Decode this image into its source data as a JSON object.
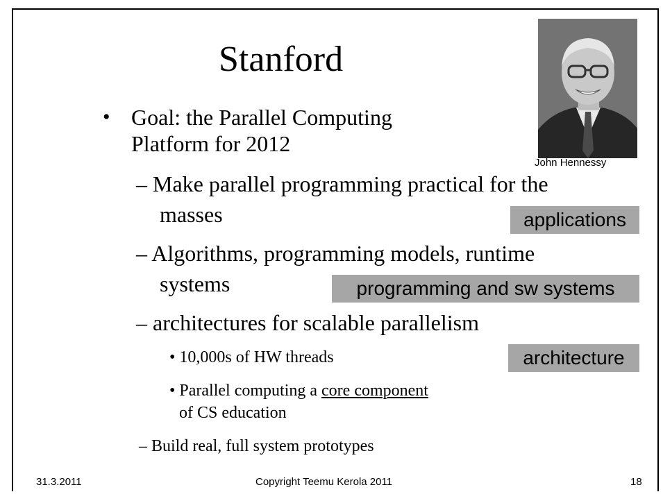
{
  "slide": {
    "title": "Stanford",
    "photo_caption": "John Hennessy",
    "bullet_main_line1": "Goal: the Parallel Computing",
    "bullet_main_line2": "Platform for 2012",
    "sub1_line1": "– Make parallel programming practical for the",
    "sub1_line2": "masses",
    "sub2_line1": "– Algorithms, programming models, runtime",
    "sub2_line2": "systems",
    "sub3": "– architectures for scalable parallelism",
    "sub3_item1": "• 10,000s of HW threads",
    "sub3_item2_prefix": "• Parallel computing a ",
    "sub3_item2_underlined": "core component",
    "sub3_item2_line2": "of CS education",
    "sub4": "– Build real, full system prototypes"
  },
  "tags": {
    "applications": "applications",
    "programming": "programming and sw systems",
    "architecture": "architecture"
  },
  "footer": {
    "date": "31.3.2011",
    "copyright": "Copyright Teemu Kerola 2011",
    "page": "18"
  },
  "colors": {
    "tag_background": "#a6a6a6"
  }
}
